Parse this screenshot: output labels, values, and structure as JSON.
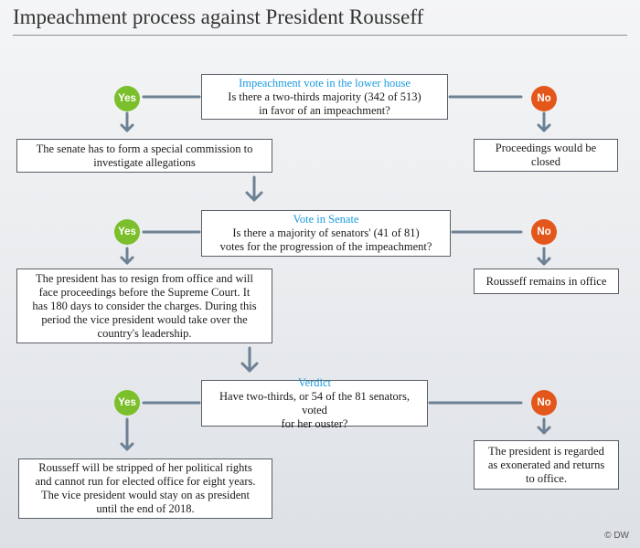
{
  "title": "Impeachment process against President Rousseff",
  "copyright": "© DW",
  "colors": {
    "yes": "#7cbf2c",
    "no": "#e4571b",
    "heading": "#1a9be0",
    "connector": "#6c8193"
  },
  "labels": {
    "yes": "Yes",
    "no": "No"
  },
  "steps": [
    {
      "heading": "Impeachment vote in the lower house",
      "question": "Is there a two-thirds majority (342 of 513)\nin favor of an impeachment?",
      "yes_outcome": "The senate has to form a special commission to\ninvestigate allegations",
      "no_outcome": "Proceedings would be\nclosed"
    },
    {
      "heading": "Vote in Senate",
      "question": "Is there a majority of senators' (41 of 81)\nvotes for the progression of the impeachment?",
      "yes_outcome": "The president has  to resign from office and will\nface proceedings before the Supreme Court.  It\nhas 180 days to consider the charges. During this\nperiod the vice president would take over the\ncountry's leadership.",
      "no_outcome": "Rousseff remains in office"
    },
    {
      "heading": "Verdict",
      "question": "Have two-thirds, or 54 of the 81 senators, voted\nfor her ouster?",
      "yes_outcome": "Rousseff will be stripped of her political rights\nand cannot run for elected office for eight years.\nThe vice president would stay on as president\nuntil the end of 2018.",
      "no_outcome": "The president  is regarded\nas exonerated and returns\nto office."
    }
  ]
}
